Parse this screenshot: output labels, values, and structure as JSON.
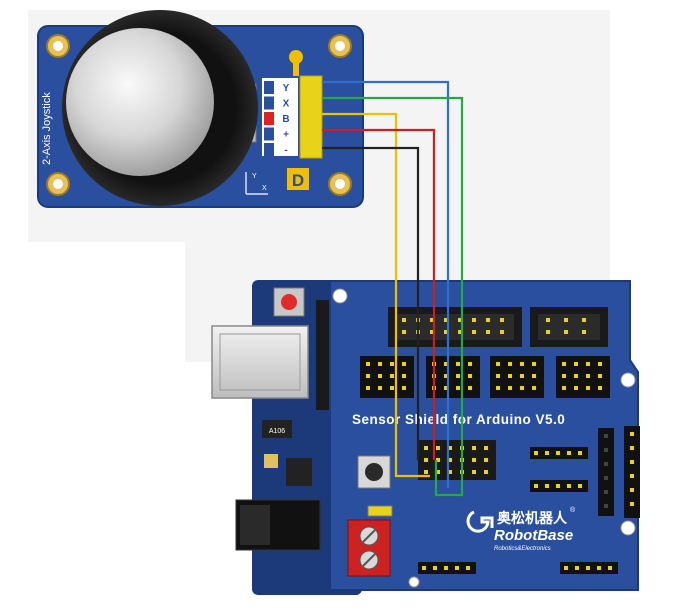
{
  "joystick": {
    "side_label": "2-Axis Joystick",
    "pins": [
      "Y",
      "X",
      "B",
      "+",
      "-"
    ],
    "axis_x": "X",
    "axis_y": "Y",
    "logo": "D"
  },
  "shield": {
    "title": "Sensor Shield for Arduino V5.0",
    "brand_cn": "奥松机器人",
    "brand_en": "RobotBase",
    "brand_sub": "Robotics&Electronics",
    "reg_mark": "®"
  },
  "arduino": {
    "chip_label": "A106"
  },
  "colors": {
    "board_blue": "#2a4f9e",
    "board_dark": "#1c3a7a",
    "wire_y": "#2f6fd1",
    "wire_x": "#22aa44",
    "wire_b": "#f0c000",
    "wire_plus": "#cc1f1f",
    "wire_minus": "#222222",
    "header_yellow": "#e8d21a",
    "terminal_red": "#cc2222"
  }
}
